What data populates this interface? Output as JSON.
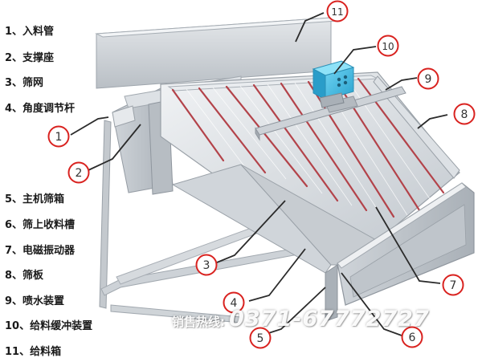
{
  "legend": [
    "1、入料管",
    "2、支撑座",
    "3、筛网",
    "4、角度调节杆",
    "5、主机筛箱",
    "6、筛上收料槽",
    "7、电磁振动器",
    "8、筛板",
    "9、喷水装置",
    "10、给料缓冲装置",
    "11、给料箱"
  ],
  "callouts": [
    "1",
    "2",
    "3",
    "4",
    "5",
    "6",
    "7",
    "8",
    "9",
    "10",
    "11"
  ],
  "hotline": {
    "label": "销售热线:",
    "number": "0371-67772727"
  },
  "colors": {
    "callout_ring": "#d9221f",
    "leader": "#2b2b2b",
    "frame": "#c9ced3",
    "blue_unit": "#3fb8e2"
  }
}
